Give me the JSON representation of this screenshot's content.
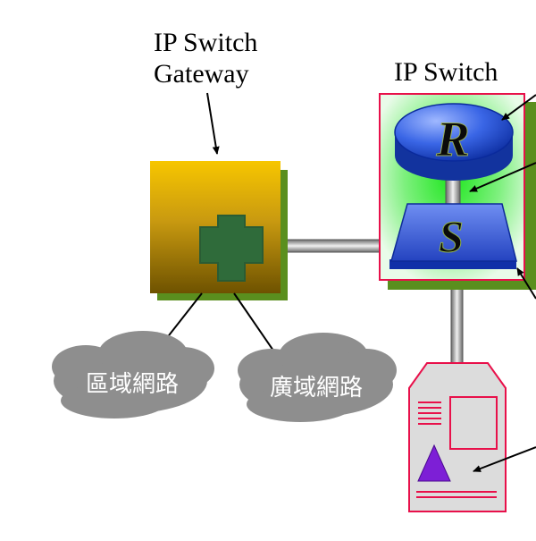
{
  "labels": {
    "gateway_line1": "IP Switch",
    "gateway_line2": "Gateway",
    "ip_switch": "IP Switch",
    "router_letter": "R",
    "switch_letter": "S",
    "cloud_left": "區域網路",
    "cloud_right": "廣域網路"
  },
  "colors": {
    "gateway_top": "#f7c600",
    "gateway_bottom": "#6e5200",
    "gateway_shadow": "#5a8f1e",
    "cross": "#2f6b3a",
    "switch_border": "#e8104a",
    "router": "#2f5fe0",
    "switch_body": "#3f63d8",
    "cloud": "#8e8e8e",
    "device_body": "#dcdcdc",
    "triangle": "#7d1fd6"
  }
}
